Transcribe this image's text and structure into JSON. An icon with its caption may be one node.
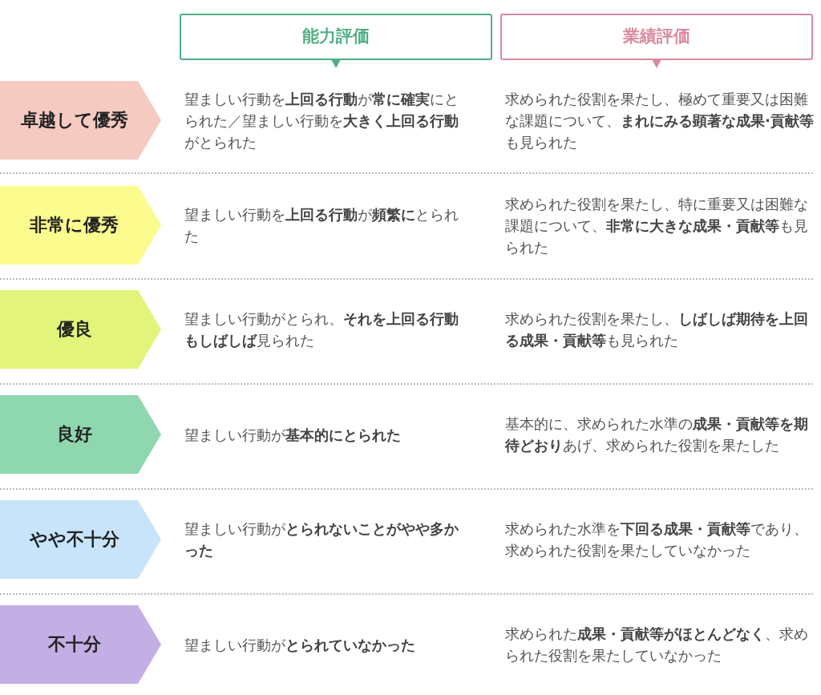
{
  "diagram": {
    "nodes": [
      {
        "text": [
          "能力評価"
        ]
      },
      {
        "text": [
          "業績評価"
        ]
      },
      {
        "text": [
          "卓越して優秀"
        ]
      },
      {
        "text": [
          "非常に優秀"
        ]
      },
      {
        "text": [
          "優良"
        ]
      },
      {
        "text": [
          "良好"
        ]
      },
      {
        "text": [
          "やや不十分"
        ]
      },
      {
        "text": [
          "不十分"
        ]
      }
    ],
    "labels": [
      "望ましい行動を**上回る行動**が**常に確実**にとられた／望ましい行動を**大きく上回る行動**がとられた",
      "求められた役割を果たし、極めて重要又は困難な課題について、**まれにみる顕著な成果·貢献等**も見られた",
      "望ましい行動を**上回る行動**が**頻繁に**とられた",
      "求められた役割を果たし、特に重要又は困難な課題について、**非常に大きな成果・貢献等**も見られた",
      "望ましい行動がとられ、**それを上回る行動もしばしば**見られた",
      "求められた役割を果たし、**しばしば期待を上回る成果・貢献等**も見られた",
      "望ましい行動が**基本的にとられた**",
      "基本的に、求められた水準の**成果・貢献等を期待どおり**あげ、求められた役割を果たした",
      "望ましい行動が**とられないことがやや多かった**",
      "求められた水準を**下回る成果・貢献等**であり、求められた役割を果たしていなかった",
      "望ましい行動が**とられていなかった**",
      "求められた**成果・貢献等がほとんどなく**、求められた役割を果たしていなかった"
    ]
  }
}
